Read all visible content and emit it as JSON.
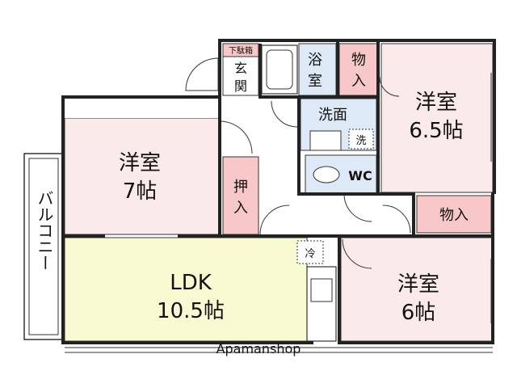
{
  "rooms": {
    "western_7": {
      "name": "洋室",
      "size": "7帖",
      "fill": "#fbeaea"
    },
    "western_65": {
      "name": "洋室",
      "size": "6.5帖",
      "fill": "#fbeaea"
    },
    "western_6": {
      "name": "洋室",
      "size": "6帖",
      "fill": "#fbeaea"
    },
    "ldk": {
      "name": "LDK",
      "size": "10.5帖",
      "fill": "#fafad2"
    },
    "bath": {
      "name_top": "浴",
      "name_bottom": "室",
      "fill": "#dde9f6"
    },
    "washroom": {
      "name": "洗面",
      "fill": "#dde9f6"
    },
    "wc": {
      "name": "WC",
      "fill": "#dde9f6"
    },
    "closet_top": {
      "name_top": "物",
      "name_bottom": "入",
      "fill": "#f8c8c8"
    },
    "closet_right": {
      "name": "物入",
      "fill": "#f8c8c8"
    },
    "oshiire": {
      "name_top": "押",
      "name_bottom": "入",
      "fill": "#f8c8c8"
    },
    "entrance": {
      "name_top": "玄",
      "name_bottom": "関"
    },
    "shoe_box": {
      "name": "下駄箱",
      "fill": "#f8c8c8"
    },
    "balcony": {
      "name": "バルコニー"
    }
  },
  "fixtures": {
    "washer": "洗",
    "fridge": "冷"
  },
  "watermark": "Apamanshop"
}
